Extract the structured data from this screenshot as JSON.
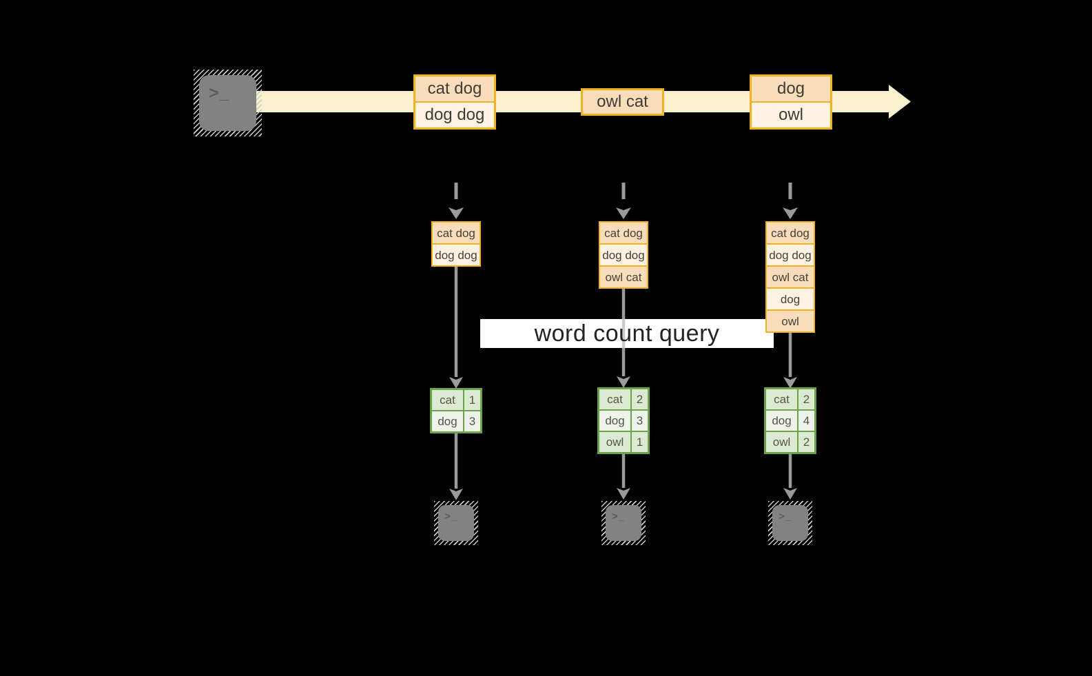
{
  "query_label": "word count query",
  "terminal_prompt": ">_",
  "stream": {
    "source_icon": "terminal-icon",
    "batches": [
      {
        "lines": [
          "cat dog",
          "dog dog"
        ]
      },
      {
        "lines": [
          "owl cat"
        ]
      },
      {
        "lines": [
          "dog",
          "owl"
        ]
      }
    ]
  },
  "columns": [
    {
      "state": [
        "cat dog",
        "dog dog"
      ],
      "counts": [
        [
          "cat",
          "1"
        ],
        [
          "dog",
          "3"
        ]
      ]
    },
    {
      "state": [
        "cat dog",
        "dog dog",
        "owl cat"
      ],
      "counts": [
        [
          "cat",
          "2"
        ],
        [
          "dog",
          "3"
        ],
        [
          "owl",
          "1"
        ]
      ]
    },
    {
      "state": [
        "cat dog",
        "dog dog",
        "owl cat",
        "dog",
        "owl"
      ],
      "counts": [
        [
          "cat",
          "2"
        ],
        [
          "dog",
          "4"
        ],
        [
          "owl",
          "2"
        ]
      ]
    }
  ],
  "colors": {
    "background": "#000000",
    "stream_band": "#faf1cf",
    "box_border": "#f0b122",
    "box_fill_dark": "#f9dcba",
    "box_fill_light": "#fdf2e2",
    "table_border": "#6ca24a",
    "table_fill_dark": "#dcead2",
    "table_fill_light": "#eef3e9",
    "arrow_gray": "#9b9b9b",
    "terminal_gray": "#828282",
    "query_band": "#ffffff"
  }
}
